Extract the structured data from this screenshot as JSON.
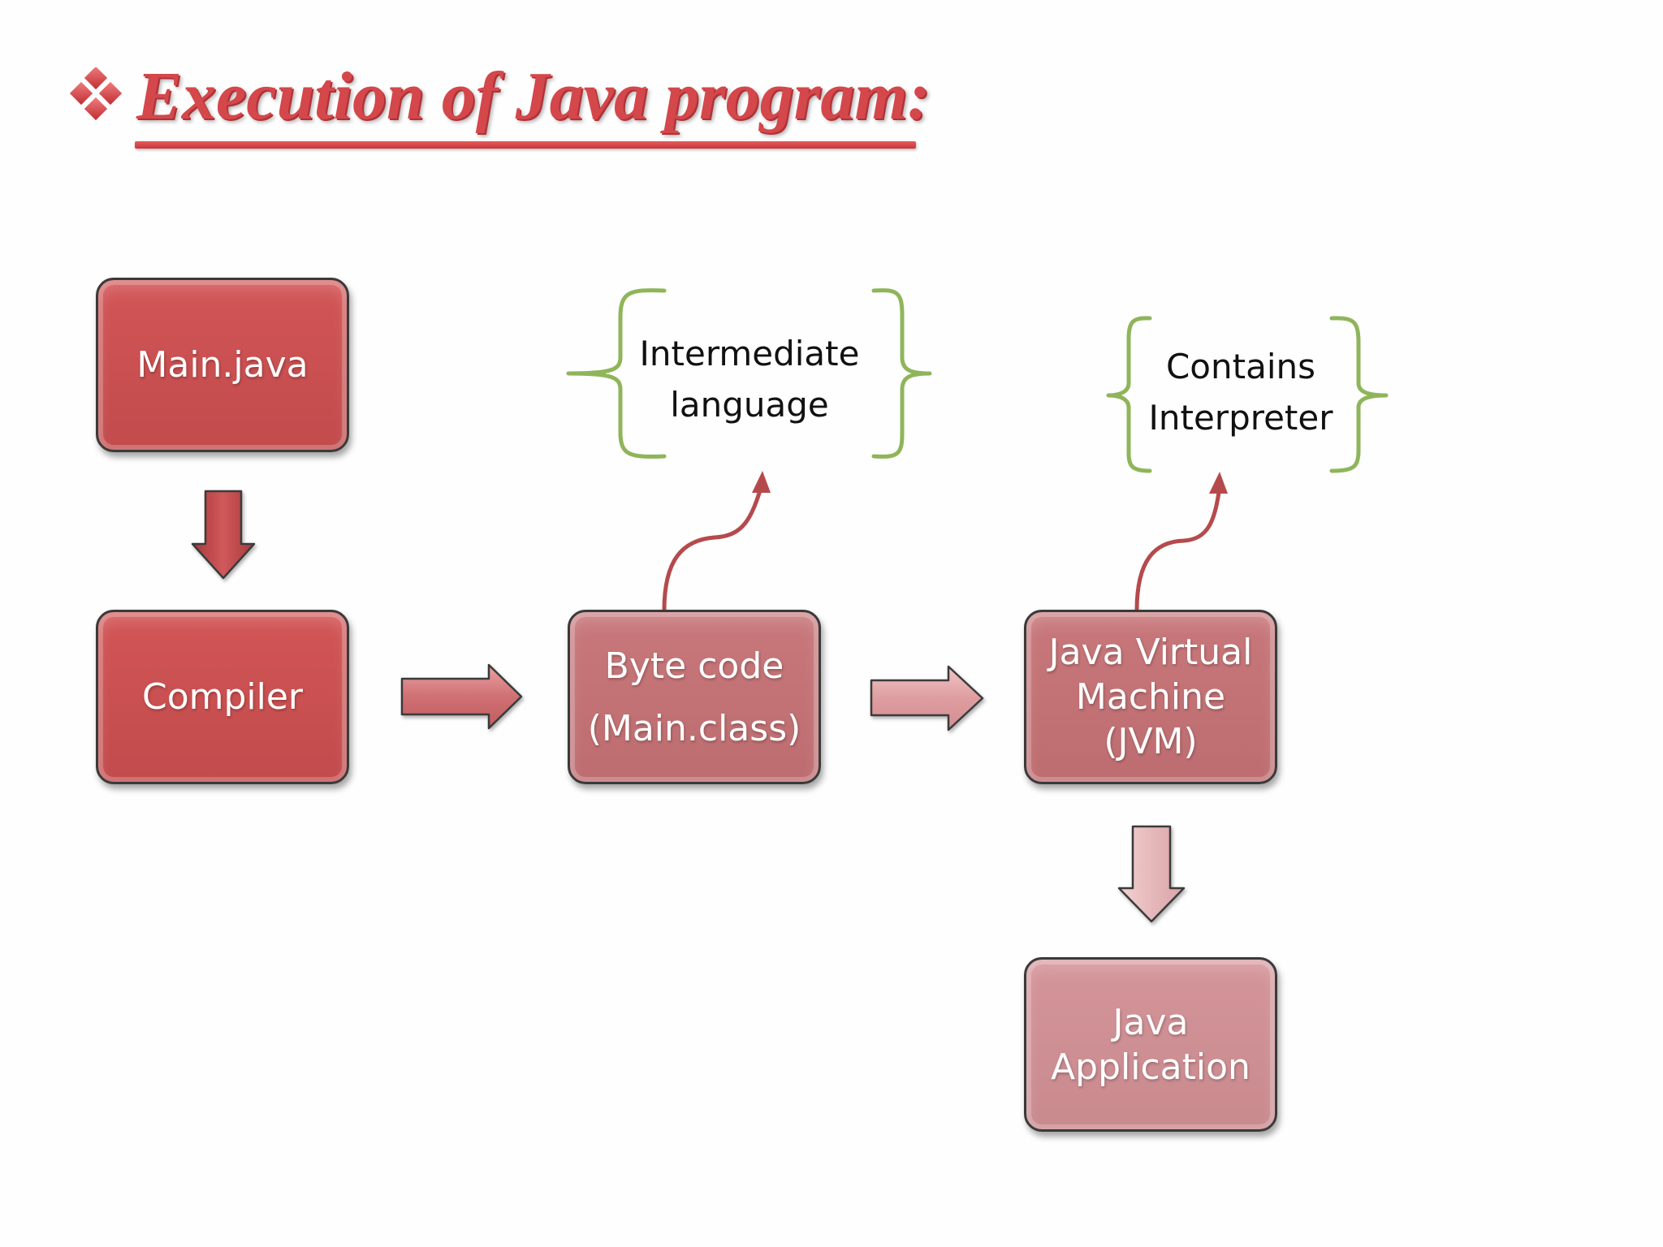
{
  "slide": {
    "title": "Execution of Java program:"
  },
  "nodes": {
    "main_java": "Main.java",
    "compiler": "Compiler",
    "bytecode_line1": "Byte code",
    "bytecode_line2": "(Main.class)",
    "jvm_line1": "Java Virtual",
    "jvm_line2": "Machine",
    "jvm_line3": "(JVM)",
    "app_line1": "Java",
    "app_line2": "Application"
  },
  "notes": {
    "intermediate_line1": "Intermediate",
    "intermediate_line2": "language",
    "interpreter_line1": "Contains",
    "interpreter_line2": "Interpreter"
  },
  "colors": {
    "title": "#d4474b",
    "brace": "#8fb55a",
    "curved_arrow": "#b54a4c",
    "box_1": "#c9504f",
    "box_2": "#c06163",
    "box_3": "#c37376",
    "box_4": "#cf9095"
  }
}
